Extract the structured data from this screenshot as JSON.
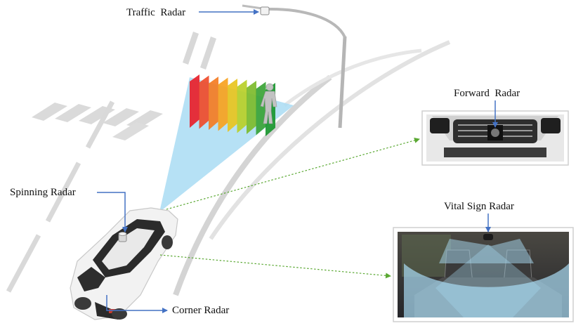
{
  "labels": {
    "traffic_radar": "Traffic  Radar",
    "forward_radar": "Forward  Radar",
    "spinning_radar": "Spinning Radar",
    "vital_sign_radar": "Vital Sign Radar",
    "corner_radar": "Corner Radar"
  },
  "colors": {
    "pointer_arrow": "#4472c4",
    "link_arrow": "#5aa832",
    "radar_beam": "#a9dcf3",
    "road_marking": "#dadada",
    "car_body": "#f2f2f2",
    "pole": "#b5b5b5"
  },
  "beam_planes": [
    "#e8202a",
    "#ef4b2a",
    "#f47c23",
    "#f7a21e",
    "#e8c41e",
    "#b8cf28",
    "#7dbb2b",
    "#3aa336",
    "#19962e"
  ],
  "icons": [
    "pedestrian-icon",
    "car-icon",
    "traffic-radar-sensor-icon",
    "spinning-radar-icon",
    "car-grille-icon",
    "car-cabin-icon"
  ]
}
